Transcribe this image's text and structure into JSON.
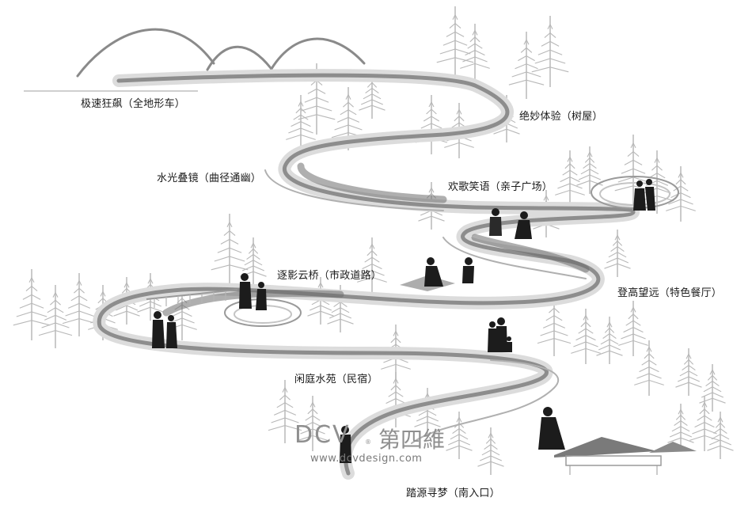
{
  "labels": [
    "极速狂飙（全地形车）",
    "绝妙体验（树屋）",
    "水光叠镜（曲径通幽）",
    "欢歌笑语（亲子广场）",
    "逐影云桥（市政道路）",
    "登高望远（特色餐厅）",
    "闲庭水苑（民宿）",
    "踏源寻梦（南入口）"
  ],
  "logo": {
    "brand": "DCV",
    "registered_mark": "®",
    "chinese": "第四維",
    "url": "www.dcvdesign.com"
  },
  "colors": {
    "path_light": "#d6d6d6",
    "path_mid": "#9a9a9a",
    "path_dark": "#6e6e6e",
    "tree": "#b8b8b8",
    "silhouette": "#1c1c1c",
    "mountain": "#8a8a8a",
    "logo": "#8f8f8f"
  }
}
